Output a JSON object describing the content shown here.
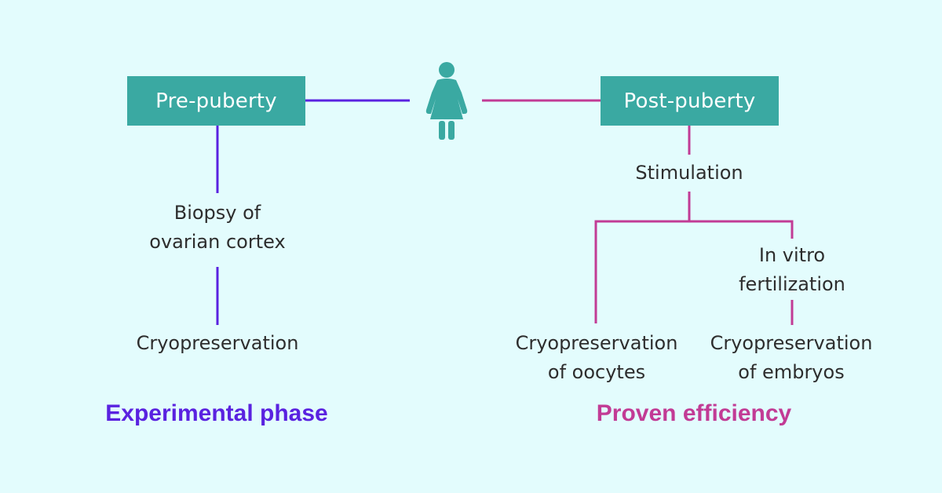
{
  "diagram": {
    "left_branch": {
      "box_label": "Pre-puberty",
      "step1_lines": [
        "Biopsy of",
        "ovarian cortex"
      ],
      "step2": "Cryopreservation",
      "footer": "Experimental phase"
    },
    "right_branch": {
      "box_label": "Post-puberty",
      "step1": "Stimulation",
      "ivf_lines": [
        "In vitro",
        "fertilization"
      ],
      "oocytes_lines": [
        "Cryopreservation",
        "of oocytes"
      ],
      "embryos_lines": [
        "Cryopreservation",
        "of embryos"
      ],
      "footer": "Proven efficiency"
    },
    "center_icon": "woman-icon"
  },
  "colors": {
    "background": "#e3fcfd",
    "box_fill": "#3aa9a2",
    "box_text": "#ffffff",
    "left_accent": "#5a22e0",
    "right_accent": "#c23b95",
    "text": "#2d2d2d"
  }
}
